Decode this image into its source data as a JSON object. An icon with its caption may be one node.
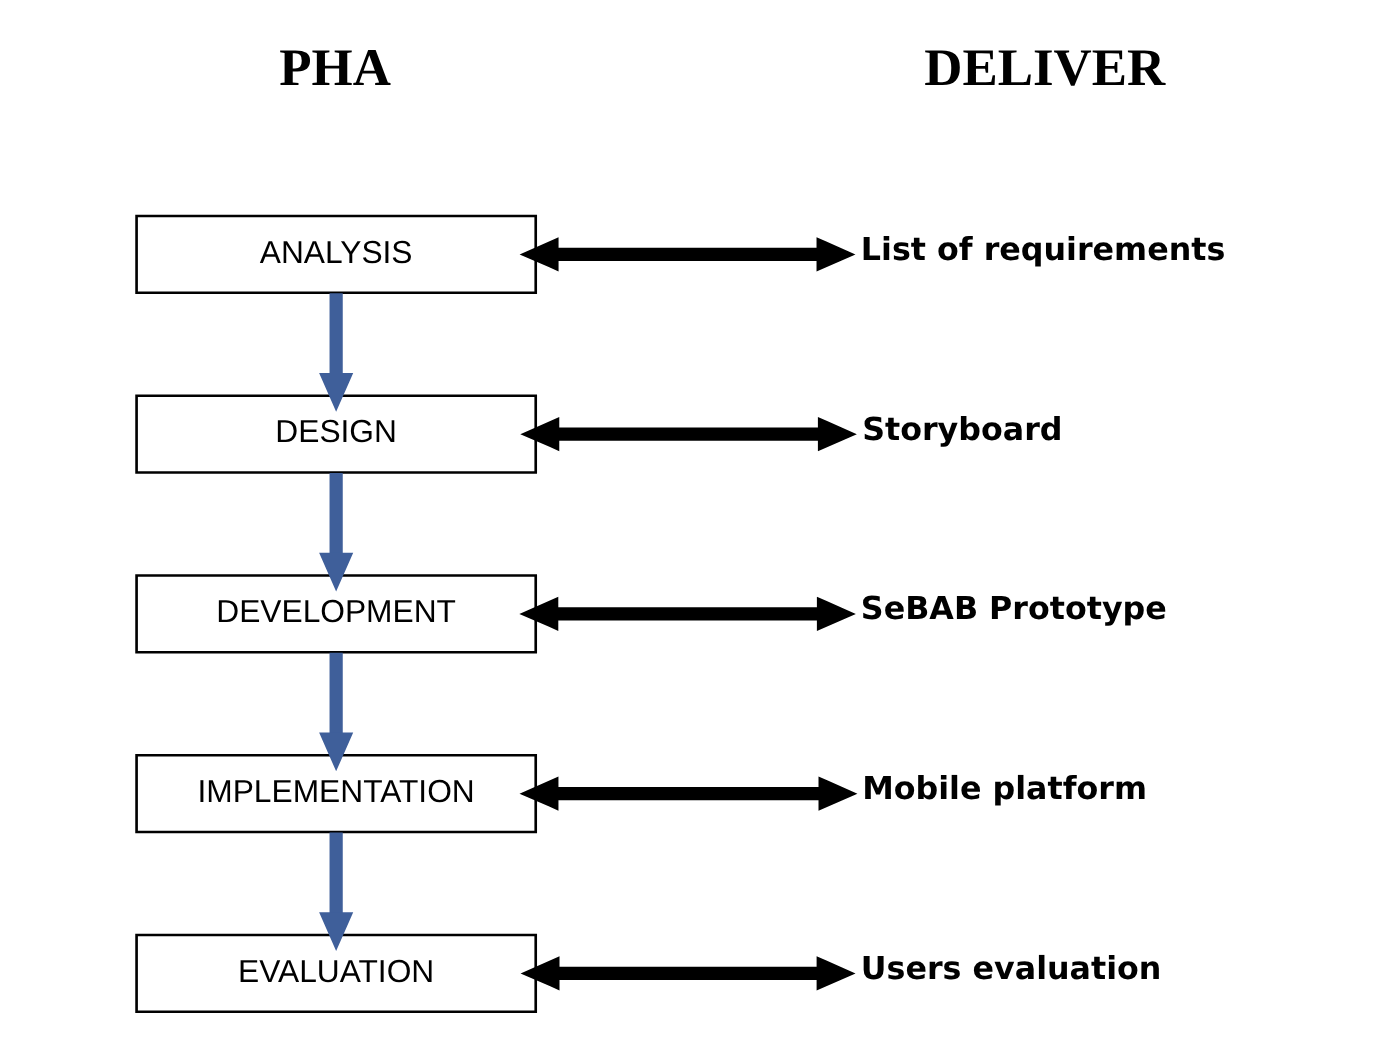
{
  "diagram": {
    "nodes": [
      {
        "text": [
          "ANALYSIS"
        ]
      },
      {
        "text": [
          "DESIGN"
        ]
      },
      {
        "text": [
          "DEVELOPMENT"
        ]
      },
      {
        "text": [
          "IMPLEMENTATION"
        ]
      },
      {
        "text": [
          "EVALUATION"
        ]
      },
      {
        "text": [
          "List of requirements"
        ]
      },
      {
        "text": [
          "Storyboard"
        ]
      },
      {
        "text": [
          "SeBAB Prototype"
        ]
      },
      {
        "text": [
          "Mobile platform"
        ]
      },
      {
        "text": [
          "Users evaluation"
        ]
      }
    ],
    "edges": [
      {
        "from": 0,
        "to": 5,
        "arrow": "both"
      },
      {
        "from": 0,
        "to": 1,
        "arrow": "to",
        "color": "#3f5f9a"
      },
      {
        "from": 1,
        "to": 6,
        "arrow": "both"
      },
      {
        "from": 1,
        "to": 2,
        "arrow": "to",
        "color": "#3f5f9a"
      },
      {
        "from": 2,
        "to": 7,
        "arrow": "both"
      },
      {
        "from": 2,
        "to": 3,
        "arrow": "to",
        "color": "#3f5f9a"
      },
      {
        "from": 3,
        "to": 8,
        "arrow": "both"
      },
      {
        "from": 3,
        "to": 4,
        "arrow": "to",
        "color": "#3f5f9a"
      },
      {
        "from": 4,
        "to": 9,
        "arrow": "both"
      }
    ],
    "labels": [
      "PHA",
      "DELIVER"
    ]
  }
}
